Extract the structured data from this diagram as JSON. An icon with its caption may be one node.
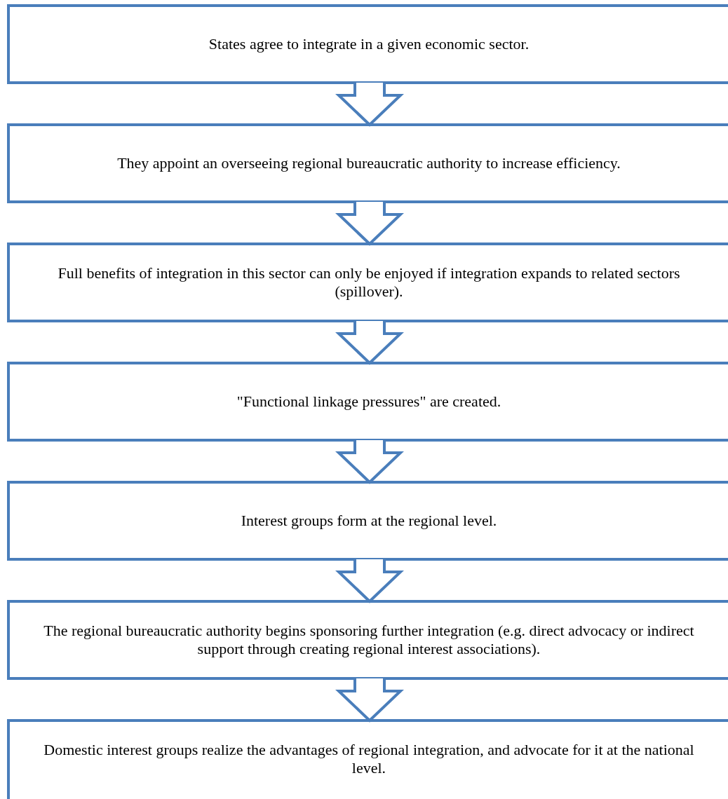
{
  "diagram": {
    "nodes": [
      {
        "text": [
          "States agree to integrate in a given economic sector."
        ]
      },
      {
        "text": [
          "They appoint an overseeing regional bureaucratic authority to increase efficiency."
        ]
      },
      {
        "text": [
          "Full benefits of integration in this sector can only be enjoyed if integration expands to related sectors (spillover)."
        ]
      },
      {
        "text": [
          "\"Functional linkage pressures\" are created."
        ]
      },
      {
        "text": [
          "Interest groups form at the regional level."
        ]
      },
      {
        "text": [
          "The regional bureaucratic authority begins sponsoring further integration (e.g. direct advocacy or indirect support through creating regional interest associations)."
        ]
      },
      {
        "text": [
          "Domestic interest groups realize the advantages of regional integration, and advocate for it at the national level."
        ]
      }
    ],
    "edges": [
      {
        "from": 0,
        "to": 1,
        "arrow": "to"
      },
      {
        "from": 1,
        "to": 2,
        "arrow": "to"
      },
      {
        "from": 2,
        "to": 3,
        "arrow": "to"
      },
      {
        "from": 3,
        "to": 4,
        "arrow": "to"
      },
      {
        "from": 4,
        "to": 5,
        "arrow": "to"
      },
      {
        "from": 5,
        "to": 6,
        "arrow": "to"
      }
    ]
  }
}
